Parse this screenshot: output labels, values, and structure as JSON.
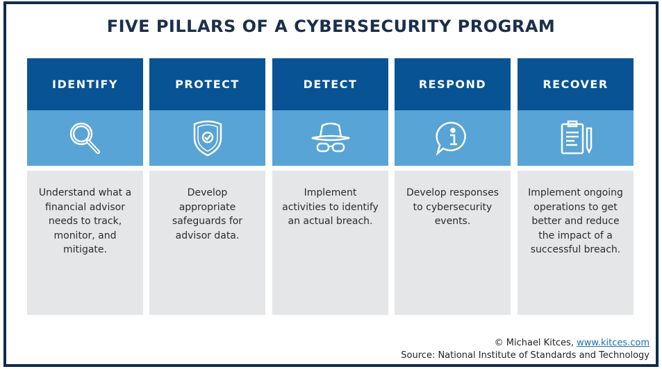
{
  "title": "FIVE PILLARS OF A CYBERSECURITY PROGRAM",
  "pillars": [
    {
      "label": "IDENTIFY",
      "icon": "magnifier-icon",
      "text": "Understand what a financial advisor needs to track, monitor, and mitigate."
    },
    {
      "label": "PROTECT",
      "icon": "shield-check-icon",
      "text": "Develop appropriate safeguards for advisor data."
    },
    {
      "label": "DETECT",
      "icon": "spy-hat-glasses-icon",
      "text": "Implement activities to identify an actual breach."
    },
    {
      "label": "RESPOND",
      "icon": "info-speech-bubble-icon",
      "text": "Develop responses to cybersecurity events."
    },
    {
      "label": "RECOVER",
      "icon": "clipboard-pen-icon",
      "text": "Implement ongoing operations to get better and reduce the impact of a successful breach."
    }
  ],
  "footer": {
    "copyright": "© Michael Kitces, ",
    "link": "www.kitces.com",
    "source": "Source: National Institute of Standards and Technology"
  },
  "colors": {
    "header": "#075394",
    "band": "#58a4d6",
    "body": "#e5e6e7",
    "frame": "#0d2b4c"
  }
}
